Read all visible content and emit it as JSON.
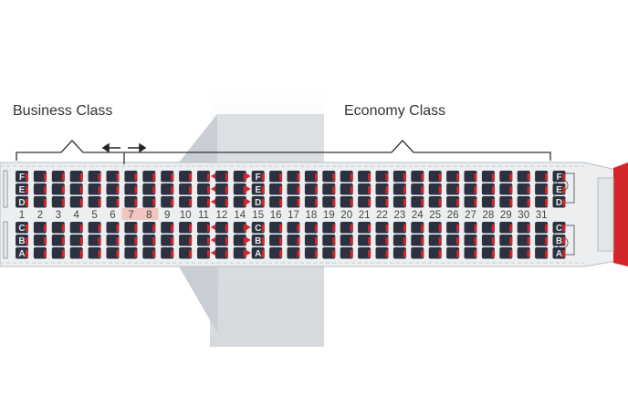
{
  "classes": {
    "business": "Business Class",
    "economy": "Economy Class"
  },
  "rows": [
    {
      "label": "1",
      "letters": true
    },
    {
      "label": "2"
    },
    {
      "label": "3"
    },
    {
      "label": "4"
    },
    {
      "label": "5"
    },
    {
      "label": "6"
    },
    {
      "label": "7",
      "highlight": true
    },
    {
      "label": "8",
      "highlight": true
    },
    {
      "label": "9"
    },
    {
      "label": "10"
    },
    {
      "label": "11"
    },
    {
      "label": "12",
      "exit": true
    },
    {
      "label": "14",
      "exit": true
    },
    {
      "label": "15",
      "letters": true
    },
    {
      "label": "16"
    },
    {
      "label": "17"
    },
    {
      "label": "18"
    },
    {
      "label": "19"
    },
    {
      "label": "20"
    },
    {
      "label": "21"
    },
    {
      "label": "22"
    },
    {
      "label": "23"
    },
    {
      "label": "24"
    },
    {
      "label": "25"
    },
    {
      "label": "26"
    },
    {
      "label": "27"
    },
    {
      "label": "28"
    },
    {
      "label": "29"
    },
    {
      "label": "30"
    },
    {
      "label": "31"
    },
    {
      "label": "",
      "letters": true
    }
  ],
  "seat_letters": {
    "top": [
      "F",
      "E",
      "D"
    ],
    "bottom": [
      "C",
      "B",
      "A"
    ]
  },
  "colors": {
    "seat": "#2b3140",
    "accent": "#d3262b",
    "fuselage": "#e6e8ea",
    "highlight": "#f2c6c0"
  }
}
